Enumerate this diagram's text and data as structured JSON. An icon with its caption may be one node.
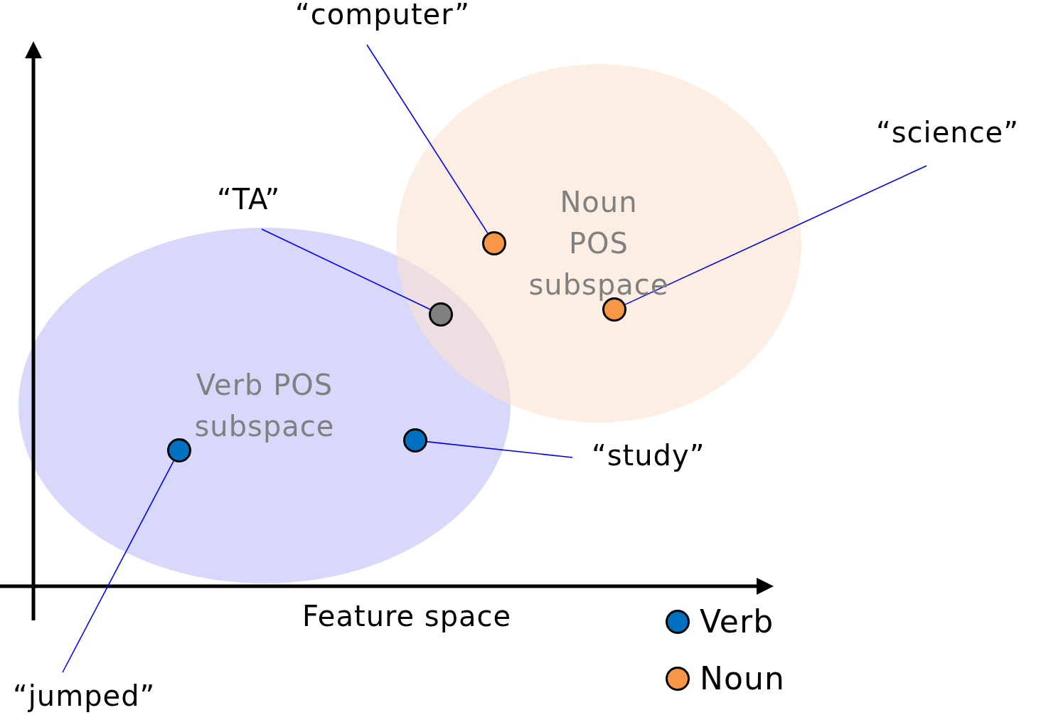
{
  "diagram": {
    "nodes": [
      {
        "text": [
          "Verb POS subspace"
        ]
      },
      {
        "text": [
          "Noun POS subspace"
        ]
      },
      {
        "text": [
          "“computer”"
        ]
      },
      {
        "text": [
          "“science”"
        ]
      },
      {
        "text": [
          "“TA”"
        ]
      },
      {
        "text": [
          "“study”"
        ]
      },
      {
        "text": [
          "“jumped”"
        ]
      },
      {
        "text": [],
        "shape": "circle"
      },
      {
        "text": [],
        "shape": "circle",
        "in": 1
      },
      {
        "text": [],
        "shape": "circle"
      },
      {
        "text": [],
        "shape": "circle",
        "in": 0
      },
      {
        "text": [],
        "shape": "circle",
        "in": 0
      }
    ],
    "edges": [
      {
        "from": 2,
        "to": 7,
        "arrow": "none"
      },
      {
        "from": 3,
        "to": 8,
        "arrow": "none"
      },
      {
        "from": 4,
        "to": 9,
        "arrow": "none"
      },
      {
        "from": 5,
        "to": 11,
        "arrow": "none"
      },
      {
        "from": 6,
        "to": 10,
        "arrow": "none"
      }
    ],
    "labels": [
      "Feature space"
    ],
    "legend": [
      {
        "text": "Verb",
        "color": "#0070c0"
      },
      {
        "text": "Noun",
        "color": "#f79646"
      }
    ]
  }
}
